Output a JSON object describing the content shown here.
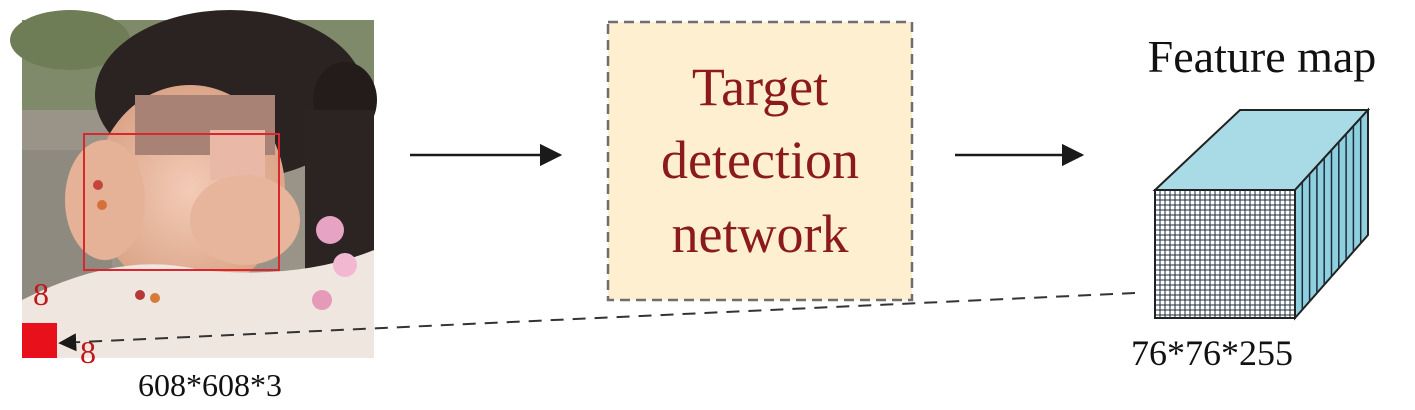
{
  "input": {
    "size_label": "608*608*3",
    "cell_width_label": "8",
    "cell_height_label": "8",
    "cell_color": "#e8101a",
    "box_color": "#d9272e"
  },
  "network": {
    "line1": "Target",
    "line2": "detection",
    "line3": "network",
    "text_color": "#8b1a1a",
    "fill_color": "#fdefcf",
    "border_color": "#6e6e6e"
  },
  "feature_map": {
    "title": "Feature map",
    "size_label": "76*76*255",
    "top_color": "#a9dbe6",
    "side_color": "#8fd0df"
  },
  "arrows": {
    "color": "#1a1a1a"
  }
}
